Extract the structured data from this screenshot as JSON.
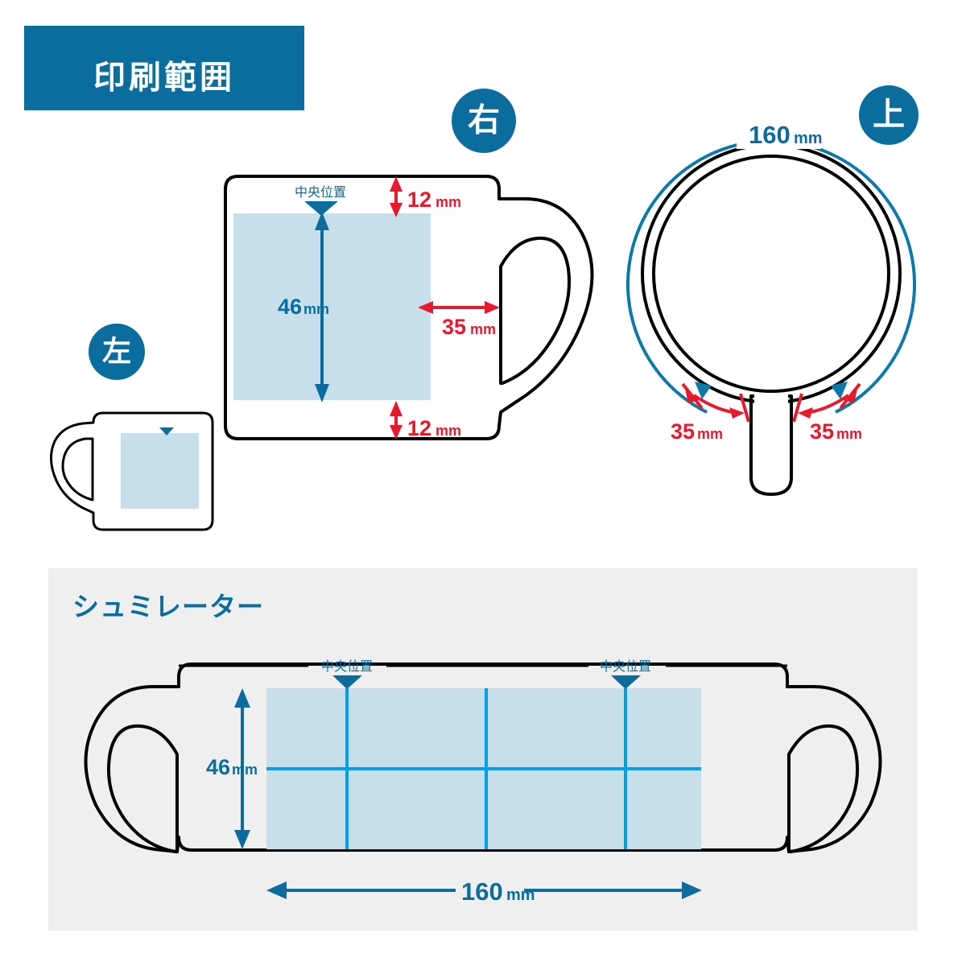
{
  "header": {
    "title": "印刷範囲",
    "bg_color": "#0b6d9e",
    "text_color": "#ffffff"
  },
  "colors": {
    "brand_blue": "#0b6d9e",
    "guide_blue": "#00a0e9",
    "print_area_fill": "#c7dfeb",
    "dimension_red": "#e8192c",
    "panel_bg": "#efefef",
    "outline_black": "#000000"
  },
  "views": {
    "right": {
      "badge": "右",
      "center_label": "中央位置",
      "dim_top": {
        "value": "12",
        "unit": "mm"
      },
      "dim_bottom": {
        "value": "12",
        "unit": "mm"
      },
      "dim_height": {
        "value": "46",
        "unit": "mm"
      },
      "dim_handle_gap": {
        "value": "35",
        "unit": "mm"
      }
    },
    "left": {
      "badge": "左"
    },
    "top": {
      "badge": "上",
      "dim_circumference": {
        "value": "160",
        "unit": "mm"
      },
      "dim_left_gap": {
        "value": "35",
        "unit": "mm"
      },
      "dim_right_gap": {
        "value": "35",
        "unit": "mm"
      }
    }
  },
  "simulator": {
    "title": "シュミレーター",
    "center_label_left": "中央位置",
    "center_label_right": "中央位置",
    "dim_height": {
      "value": "46",
      "unit": "mm"
    },
    "dim_width": {
      "value": "160",
      "unit": "mm"
    }
  }
}
